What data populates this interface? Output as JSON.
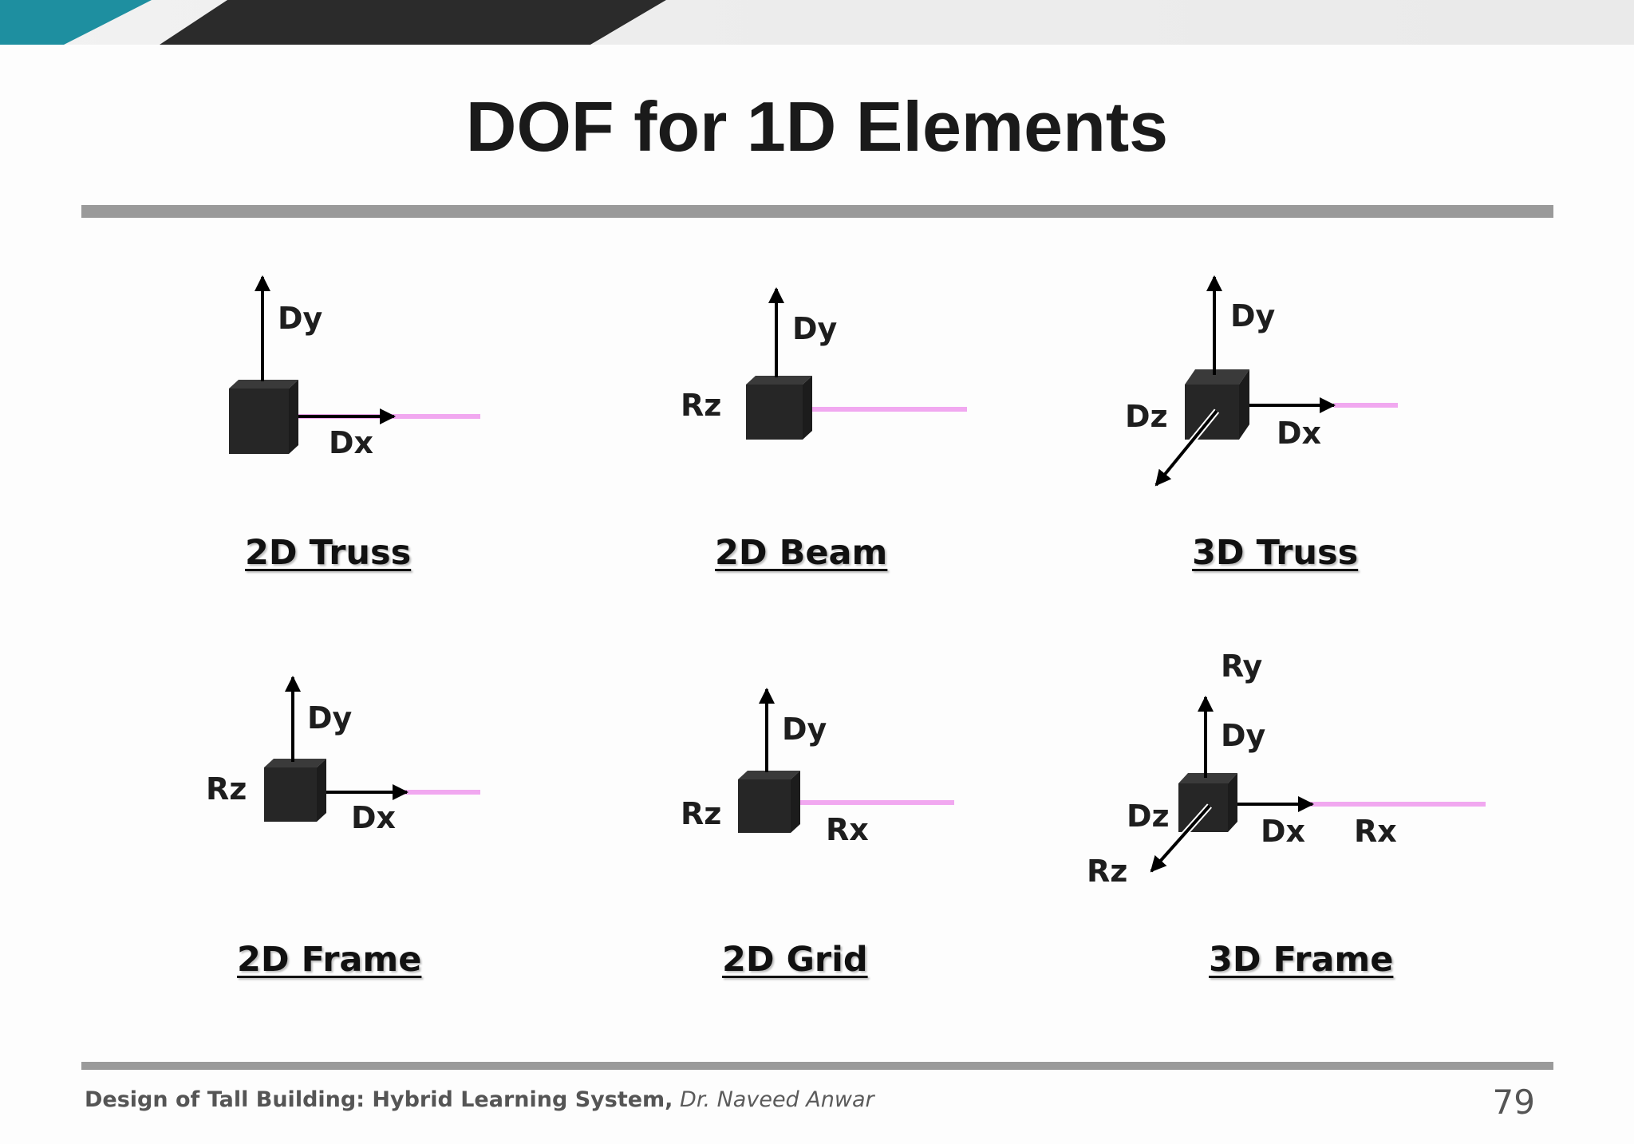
{
  "slide": {
    "title": "DOF for 1D Elements",
    "page_number": "79"
  },
  "footer": {
    "course": "Design of Tall Building: Hybrid Learning System,",
    "author": "Dr. Naveed Anwar"
  },
  "colors": {
    "teal_accent": "#1e8fa0",
    "dark_band": "#2b2b2b",
    "rule_gray": "#9a9a9a",
    "member_pink": "#f1a8f0",
    "node_black": "#262626"
  },
  "diagrams": {
    "truss2d": {
      "caption": "2D Truss",
      "dy": "Dy",
      "dx": "Dx"
    },
    "beam2d": {
      "caption": "2D Beam",
      "dy": "Dy",
      "rz": "Rz"
    },
    "truss3d": {
      "caption": "3D Truss",
      "dy": "Dy",
      "dz": "Dz",
      "dx": "Dx"
    },
    "frame2d": {
      "caption": "2D Frame",
      "dy": "Dy",
      "rz": "Rz",
      "dx": "Dx"
    },
    "grid2d": {
      "caption": "2D Grid",
      "dy": "Dy",
      "rz": "Rz",
      "rx": "Rx"
    },
    "frame3d": {
      "caption": "3D Frame",
      "ry": "Ry",
      "dy": "Dy",
      "dz": "Dz",
      "dx": "Dx",
      "rx": "Rx",
      "rz": "Rz"
    }
  }
}
